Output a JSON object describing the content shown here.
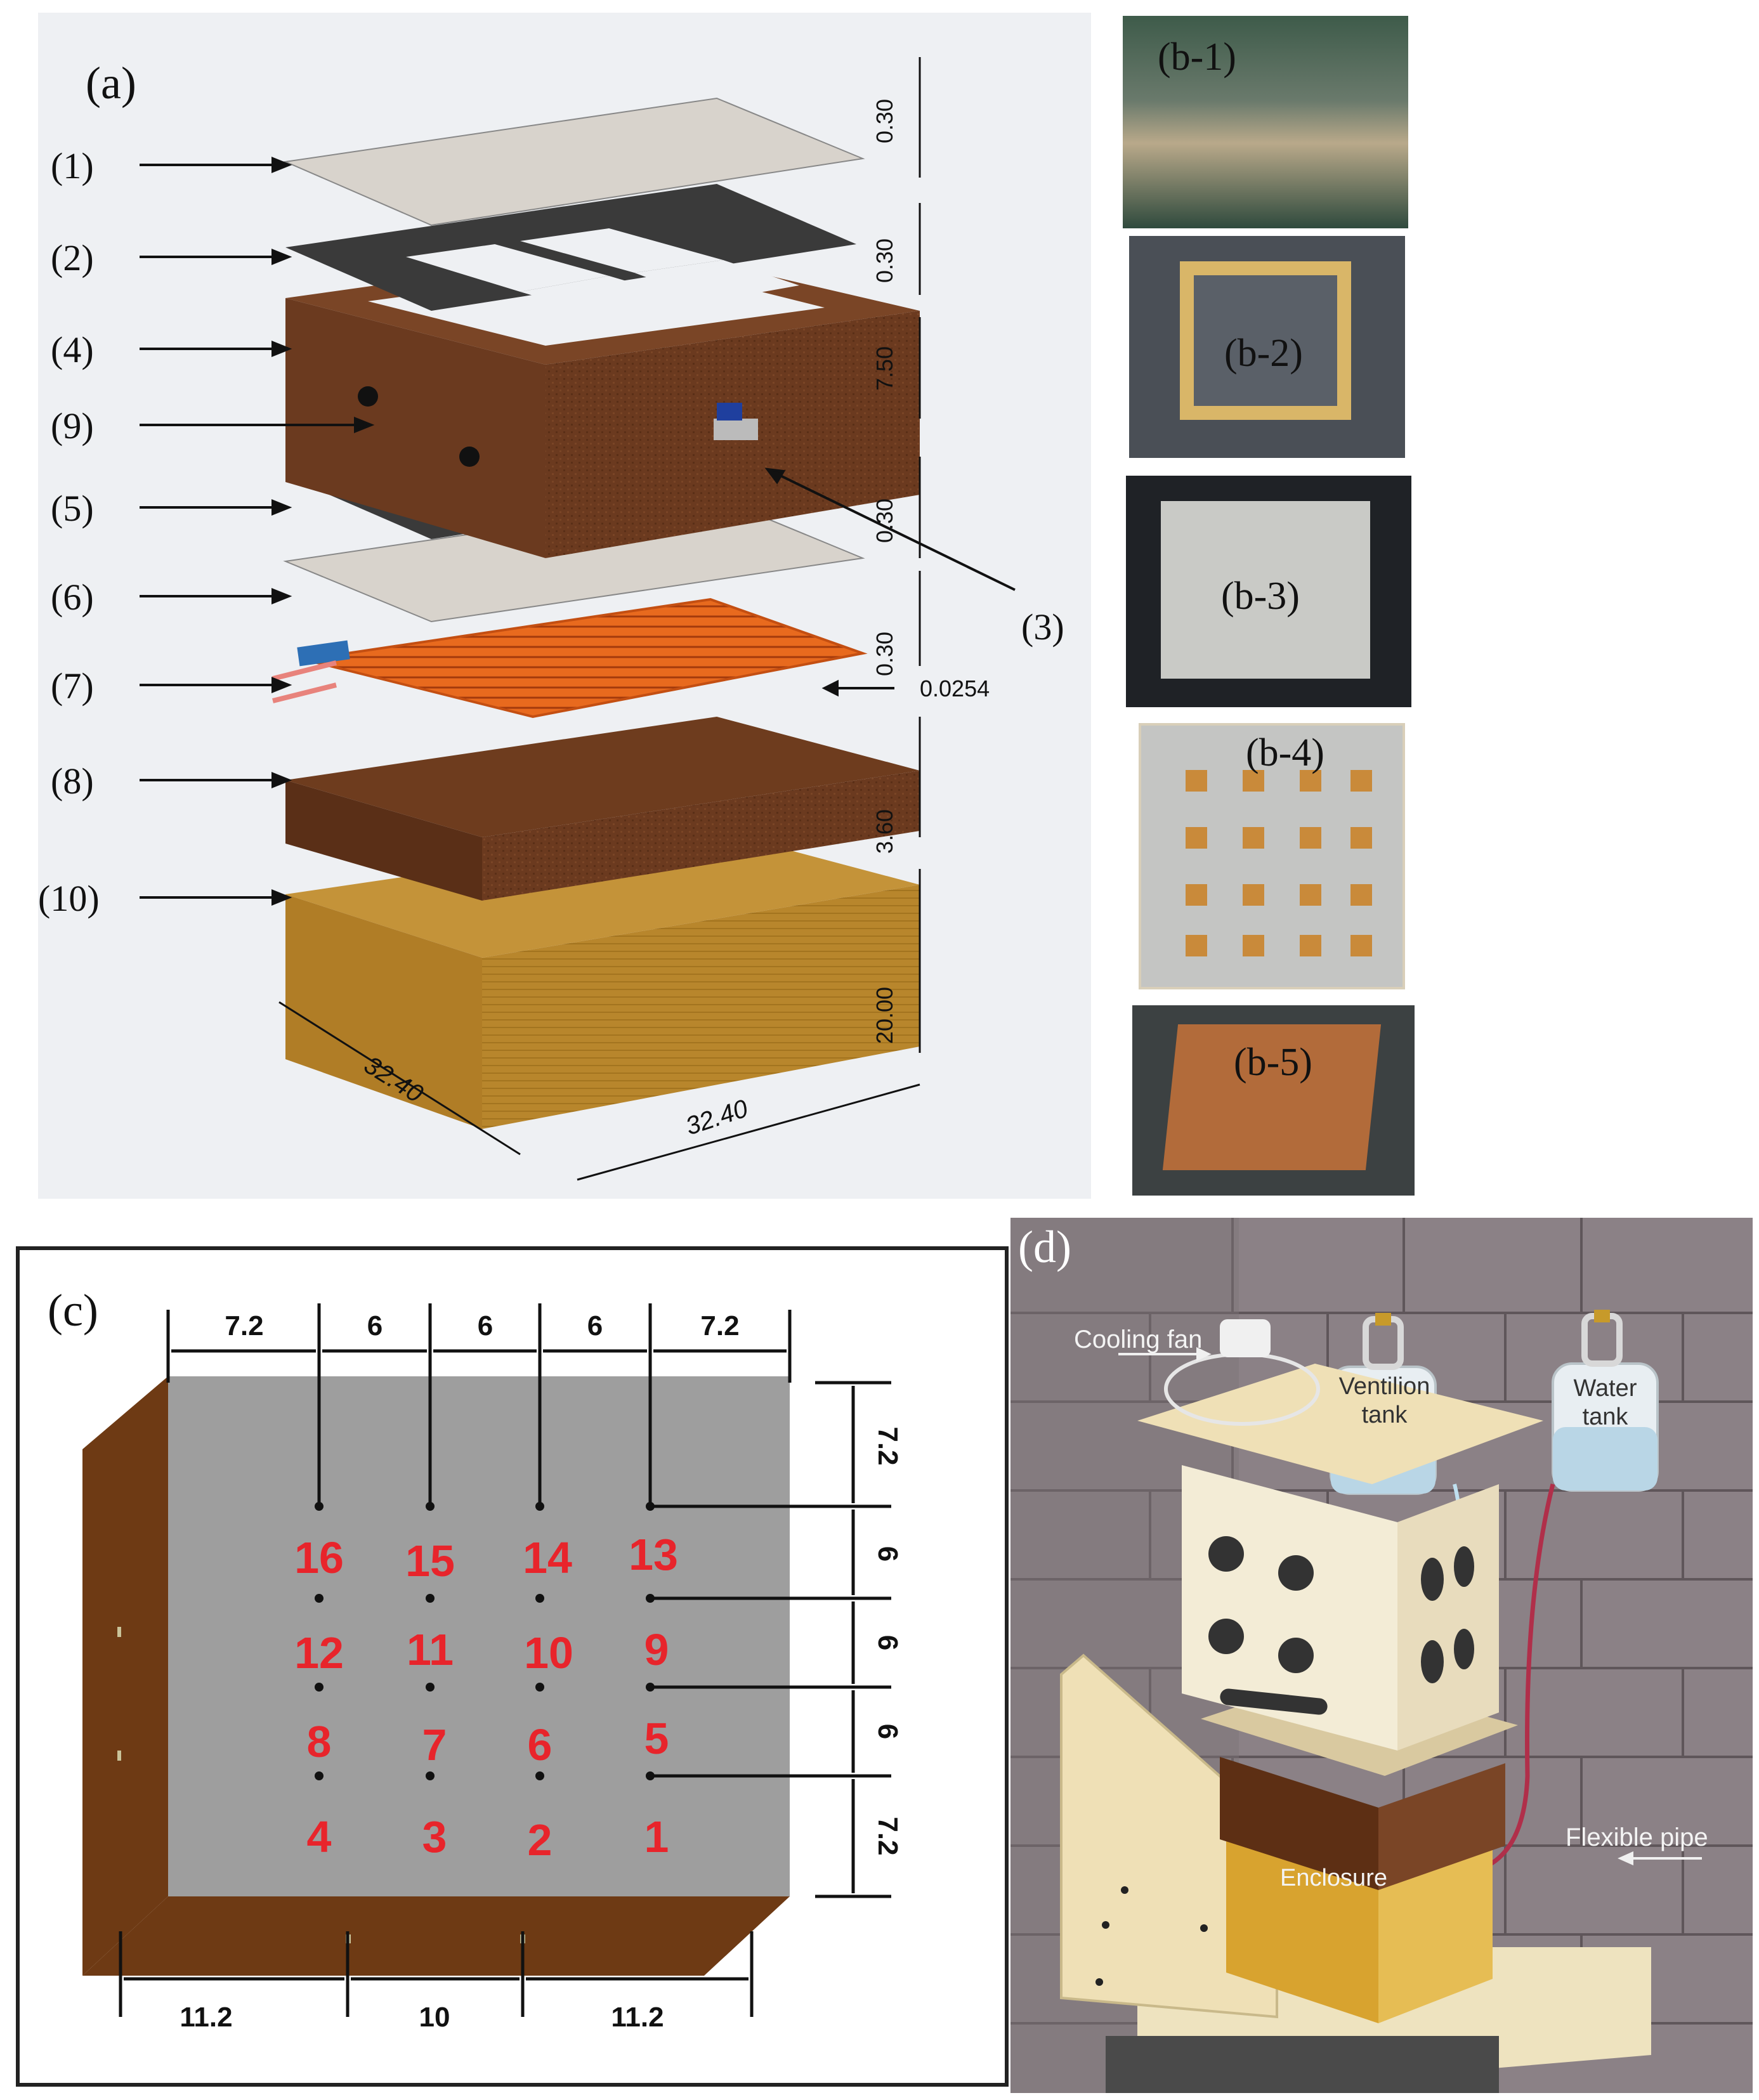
{
  "panel_a": {
    "label": "(a)",
    "layer_labels": [
      "(1)",
      "(2)",
      "(4)",
      "(9)",
      "(5)",
      "(6)",
      "(7)",
      "(8)",
      "(10)"
    ],
    "label_3": "(3)",
    "dims_right": [
      "0.30",
      "0.30",
      "7.50",
      "0.30",
      "0.30",
      "3.60",
      "20.00"
    ],
    "dim_heater": "0.0254",
    "dim_width_left": "32.40",
    "dim_width_right": "32.40"
  },
  "panel_b": {
    "photos": [
      "(b-1)",
      "(b-2)",
      "(b-3)",
      "(b-4)",
      "(b-5)"
    ]
  },
  "panel_c": {
    "label": "(c)",
    "top_dims": [
      "7.2",
      "6",
      "6",
      "6",
      "7.2"
    ],
    "right_dims": [
      "7.2",
      "6",
      "6",
      "6",
      "7.2"
    ],
    "bottom_dims": [
      "11.2",
      "10",
      "11.2"
    ],
    "points_row1": [
      "16",
      "15",
      "14",
      "13"
    ],
    "points_row2": [
      "12",
      "11",
      "10",
      "9"
    ],
    "points_row3": [
      "8",
      "7",
      "6",
      "5"
    ],
    "points_row4": [
      "4",
      "3",
      "2",
      "1"
    ],
    "point_color": "#e8242b"
  },
  "panel_d": {
    "label": "(d)",
    "cooling_fan": "Cooling fan",
    "ventilation_tank_line1": "Ventilion",
    "ventilation_tank_line2": "tank",
    "water_tank_line1": "Water",
    "water_tank_line2": "tank",
    "flexible_pipe": "Flexible pipe",
    "enclosure": "Enclosure"
  }
}
